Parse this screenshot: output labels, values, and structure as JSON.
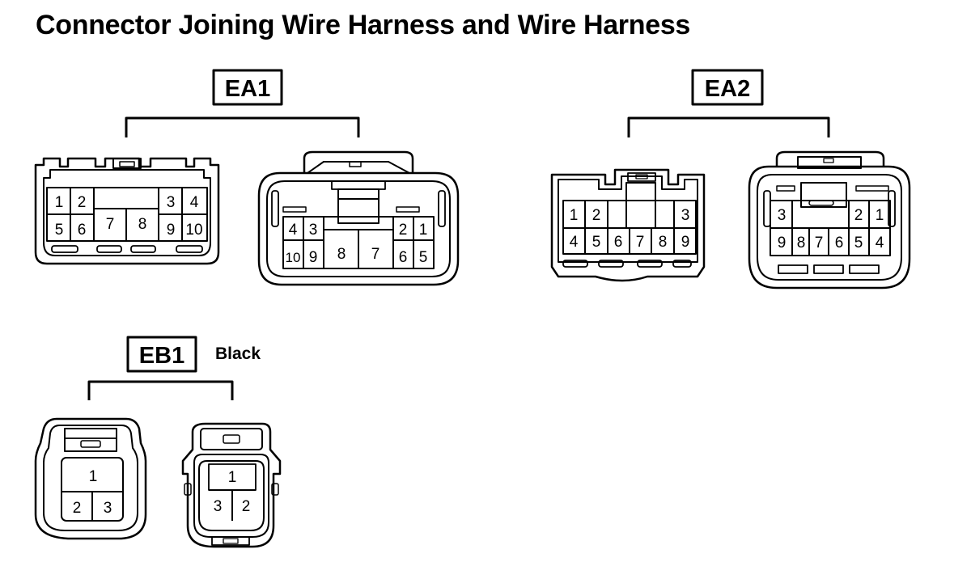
{
  "title": "Connector Joining Wire Harness and Wire Harness",
  "connectors": {
    "ea1": {
      "tag": "EA1",
      "left": {
        "p1": "1",
        "p2": "2",
        "p3": "3",
        "p4": "4",
        "p5": "5",
        "p6": "6",
        "p7": "7",
        "p8": "8",
        "p9": "9",
        "p10": "10"
      },
      "right": {
        "p1": "1",
        "p2": "2",
        "p3": "3",
        "p4": "4",
        "p5": "5",
        "p6": "6",
        "p7": "7",
        "p8": "8",
        "p9": "9",
        "p10": "10"
      }
    },
    "ea2": {
      "tag": "EA2",
      "left": {
        "p1": "1",
        "p2": "2",
        "p3": "3",
        "p4": "4",
        "p5": "5",
        "p6": "6",
        "p7": "7",
        "p8": "8",
        "p9": "9"
      },
      "right": {
        "p1": "1",
        "p2": "2",
        "p3": "3",
        "p4": "4",
        "p5": "5",
        "p6": "6",
        "p7": "7",
        "p8": "8",
        "p9": "9"
      }
    },
    "eb1": {
      "tag": "EB1",
      "color": "Black",
      "left": {
        "p1": "1",
        "p2": "2",
        "p3": "3"
      },
      "right": {
        "p1": "1",
        "p2": "2",
        "p3": "3"
      }
    }
  }
}
